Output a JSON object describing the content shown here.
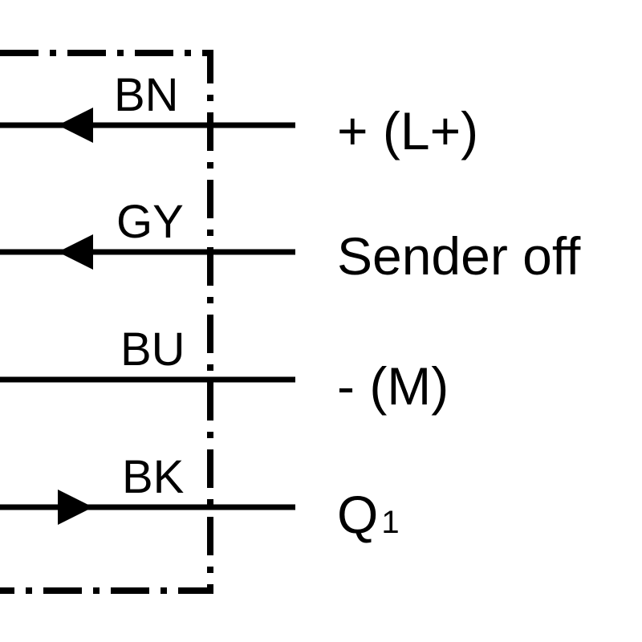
{
  "diagram": {
    "colors": {
      "line": "#000000",
      "background": "#ffffff"
    },
    "wires": [
      {
        "code": "BN",
        "signal": "+ (L+)",
        "arrow": "in"
      },
      {
        "code": "GY",
        "signal": "Sender off",
        "arrow": "in"
      },
      {
        "code": "BU",
        "signal": "- (M)",
        "arrow": "none"
      },
      {
        "code": "BK",
        "signal": "Q",
        "signal_subscript": "1",
        "arrow": "out"
      }
    ]
  }
}
